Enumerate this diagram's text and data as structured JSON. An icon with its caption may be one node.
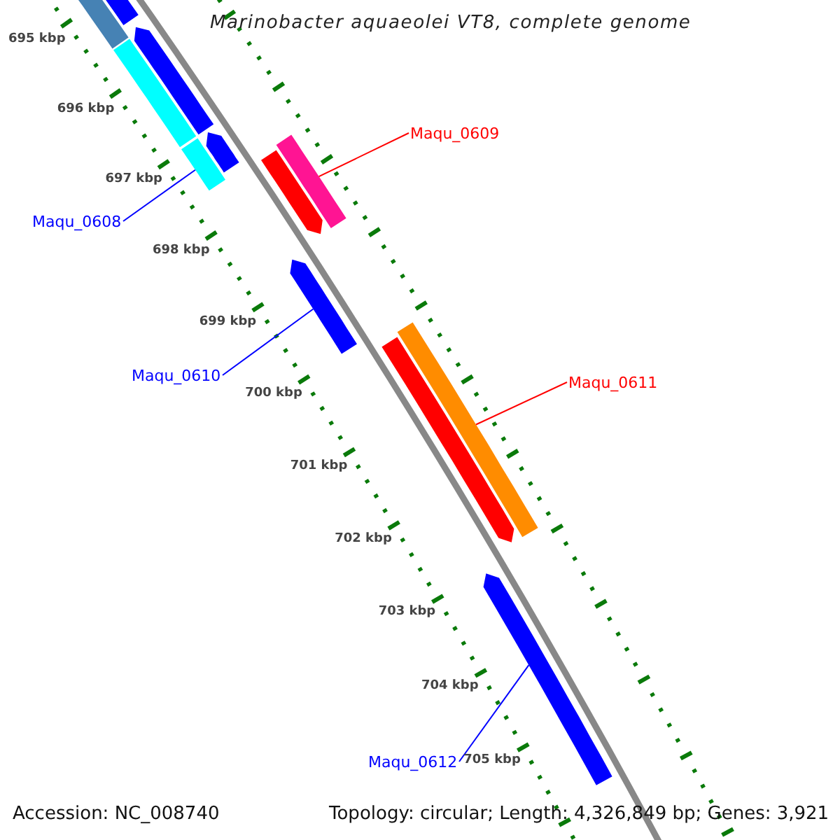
{
  "diagram": {
    "title": "Marinobacter aquaeolei VT8, complete genome",
    "nodes": [
      {
        "text": [
          "Maqu_0609"
        ]
      },
      {
        "text": [
          "Maqu_0608"
        ]
      },
      {
        "text": [
          "Maqu_0610"
        ]
      },
      {
        "text": [
          "Maqu_0611"
        ]
      },
      {
        "text": [
          "Maqu_0612"
        ]
      },
      {
        "text": [],
        "shape": "bar"
      },
      {
        "text": [],
        "shape": "bar"
      },
      {
        "text": [],
        "shape": "bar"
      },
      {
        "text": [],
        "shape": "bar"
      },
      {
        "text": [],
        "shape": "bar"
      }
    ],
    "edges": [
      {
        "from": 0,
        "to": 6,
        "arrow": "none",
        "color": "#ff0000"
      },
      {
        "from": 1,
        "to": 5,
        "arrow": "none"
      },
      {
        "from": 2,
        "to": 7,
        "arrow": "none"
      },
      {
        "from": 3,
        "to": 8,
        "arrow": "none",
        "color": "#ff0000"
      },
      {
        "from": 4,
        "to": 9,
        "arrow": "none"
      }
    ],
    "labels": [
      "695 kbp",
      "696 kbp",
      "697 kbp",
      "698 kbp",
      "699 kbp",
      "700 kbp",
      "701 kbp",
      "702 kbp",
      "703 kbp",
      "704 kbp",
      "705 kbp",
      "Accession: NC_008740",
      "Topology: circular; Length: 4,326,849 bp; Genes: 3,921"
    ]
  }
}
